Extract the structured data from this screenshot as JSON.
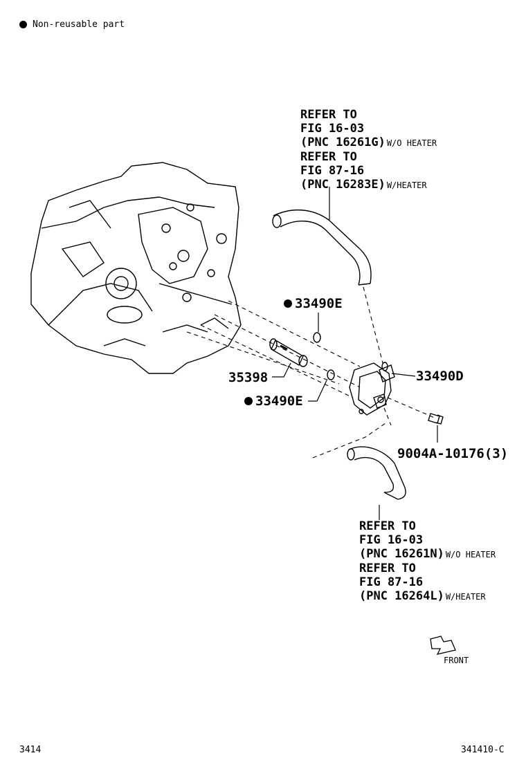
{
  "legend": {
    "text": "Non-reusable part",
    "icon": "filled-circle"
  },
  "refs": {
    "upper": {
      "lines": [
        "REFER TO",
        "FIG 16-03",
        "(PNC 16261G)",
        "REFER TO",
        "FIG 87-16",
        "(PNC 16283E)"
      ],
      "note1": "W/O HEATER",
      "note2": "W/HEATER"
    },
    "lower": {
      "lines": [
        "REFER TO",
        "FIG 16-03",
        "(PNC 16261N)",
        "REFER TO",
        "FIG 87-16",
        "(PNC 16264L)"
      ],
      "note1": "W/O HEATER",
      "note2": "W/HEATER"
    }
  },
  "parts": {
    "p33490e_top": "33490E",
    "p33490d": "33490D",
    "p35398": "35398",
    "p33490e_bottom": "33490E",
    "p9004a": "9004A-10176(3)"
  },
  "front_label": "FRONT",
  "footer": {
    "left": "3414",
    "right": "341410-C"
  }
}
